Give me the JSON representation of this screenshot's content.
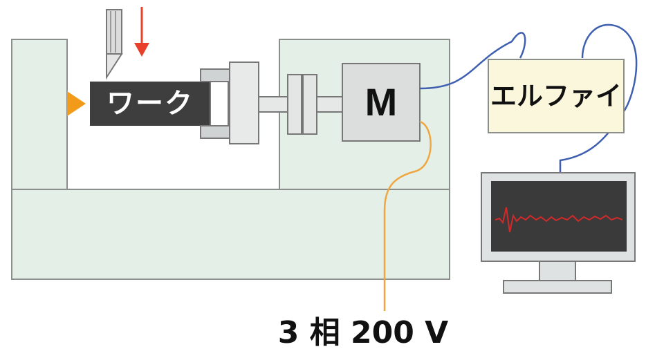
{
  "labels": {
    "workpiece": "ワーク",
    "motor": "M",
    "device": "エルファイ",
    "power": "3 相 200 V"
  },
  "colors": {
    "machine_fill": "#e4efe8",
    "machine_stroke": "#8a8f8c",
    "workpiece_fill": "#3e3e3e",
    "feed_arrow": "#e8402a",
    "center_marker": "#f29b1b",
    "signal_cable": "#3f5fb0",
    "power_cable": "#f0a640",
    "device_fill": "#fbf7dc",
    "monitor_screen": "#3a3a3a",
    "waveform": "#d22a2a"
  },
  "icons": {
    "tool": "cutting-tool-icon",
    "monitor": "monitor-icon"
  }
}
